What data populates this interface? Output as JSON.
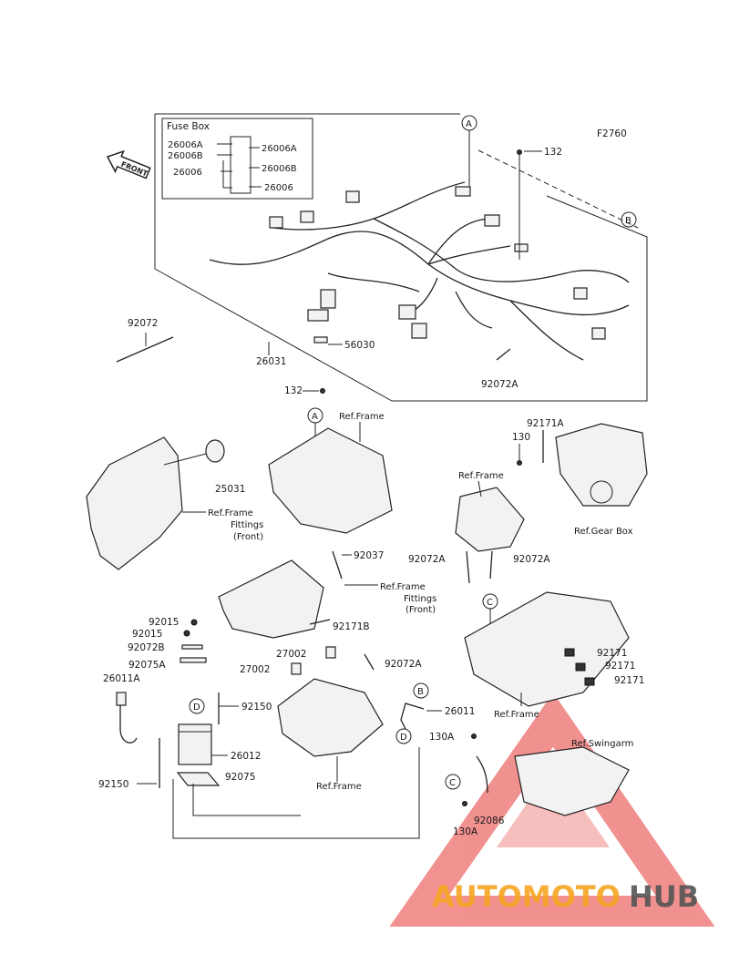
{
  "diagram_code": "F2760",
  "front_arrow": "FRONT",
  "fuse_box": {
    "title": "Fuse Box",
    "left": [
      "26006A",
      "26006B",
      "26006"
    ],
    "right": [
      "26006A",
      "26006B",
      "26006"
    ]
  },
  "circles": {
    "a": "A",
    "b": "B",
    "c": "C",
    "d": "D"
  },
  "parts": {
    "p132": "132",
    "p92072": "92072",
    "p26031": "26031",
    "p56030": "56030",
    "p92072A": "92072A",
    "p92171A": "92171A",
    "p130": "130",
    "p25031": "25031",
    "p92037": "92037",
    "p92171B": "92171B",
    "p92015": "92015",
    "p92072B": "92072B",
    "p92075A": "92075A",
    "p26011A": "26011A",
    "p27002": "27002",
    "p92150": "92150",
    "p26011": "26011",
    "p26012": "26012",
    "p92075": "92075",
    "p92171": "92171",
    "p130A": "130A",
    "p92086": "92086"
  },
  "refs": {
    "frame": "Ref.Frame",
    "fittings_front": [
      "Ref.Frame",
      "Fittings",
      "(Front)"
    ],
    "gear_box": "Ref.Gear Box",
    "swingarm": "Ref.Swingarm"
  },
  "watermark": {
    "part1": "AUTOMOTO",
    "part2": "HUB",
    "color1": "#f6a623",
    "color2": "#555555",
    "triangle": "#e53935"
  }
}
